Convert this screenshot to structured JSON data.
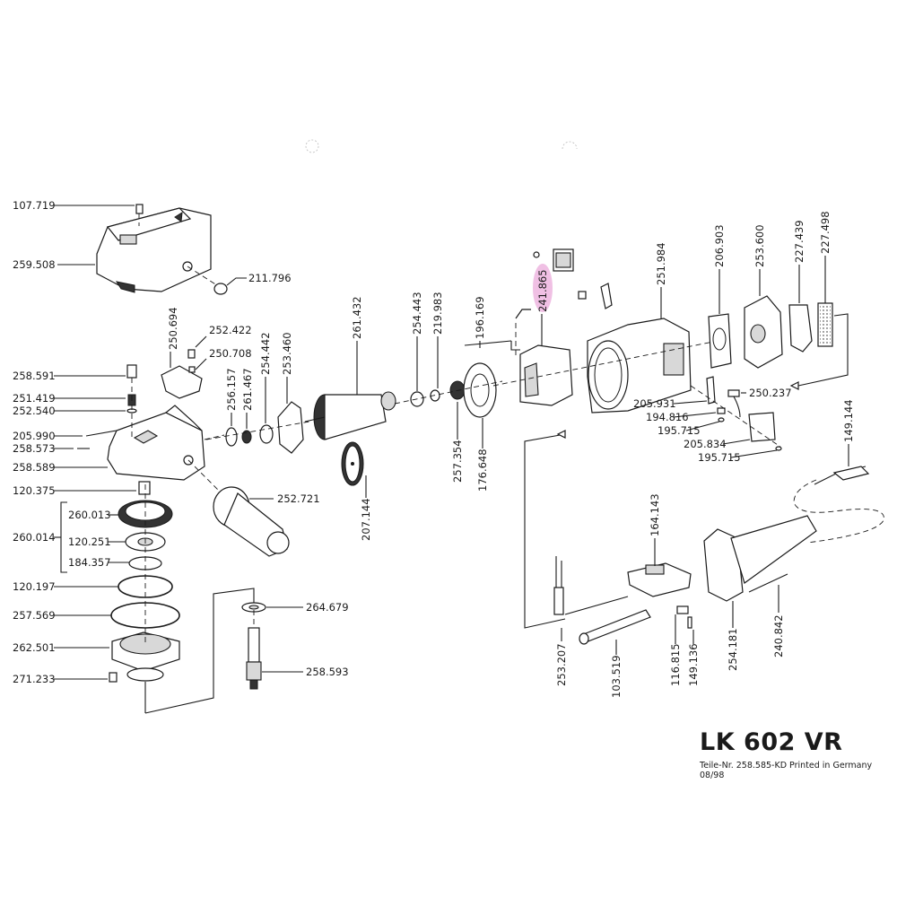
{
  "document": {
    "model": "LK 602 VR",
    "footer": "Teile-Nr. 258.585-KD  Printed in Germany  08/98",
    "highlight_color": "#f0c0e4"
  },
  "parts": {
    "p107719": "107.719",
    "p259508": "259.508",
    "p211796": "211.796",
    "p250694": "250.694",
    "p252422": "252.422",
    "p250708": "250.708",
    "p256157": "256.157",
    "p261467": "261.467",
    "p254442": "254.442",
    "p253460": "253.460",
    "p261432": "261.432",
    "p254443": "254.443",
    "p219983": "219.983",
    "p196169": "196.169",
    "p241865": "241.865",
    "p251984": "251.984",
    "p206903": "206.903",
    "p253600": "253.600",
    "p227439": "227.439",
    "p227498": "227.498",
    "p258591": "258.591",
    "p251419": "251.419",
    "p252540": "252.540",
    "p205990": "205.990",
    "p258573": "258.573",
    "p258589": "258.589",
    "p120375": "120.375",
    "p260013": "260.013",
    "p260014": "260.014",
    "p120251": "120.251",
    "p184357": "184.357",
    "p120197": "120.197",
    "p257569": "257.569",
    "p262501": "262.501",
    "p271233": "271.233",
    "p252721": "252.721",
    "p264679": "264.679",
    "p258593": "258.593",
    "p207144": "207.144",
    "p257354": "257.354",
    "p176648": "176.648",
    "p250237": "250.237",
    "p205931": "205.931",
    "p194816": "194.816",
    "p195715a": "195.715",
    "p205834": "205.834",
    "p195715b": "195.715",
    "p149144": "149.144",
    "p164143": "164.143",
    "p253207": "253.207",
    "p103519": "103.519",
    "p116815": "116.815",
    "p149136": "149.136",
    "p254181": "254.181",
    "p240842": "240.842"
  }
}
